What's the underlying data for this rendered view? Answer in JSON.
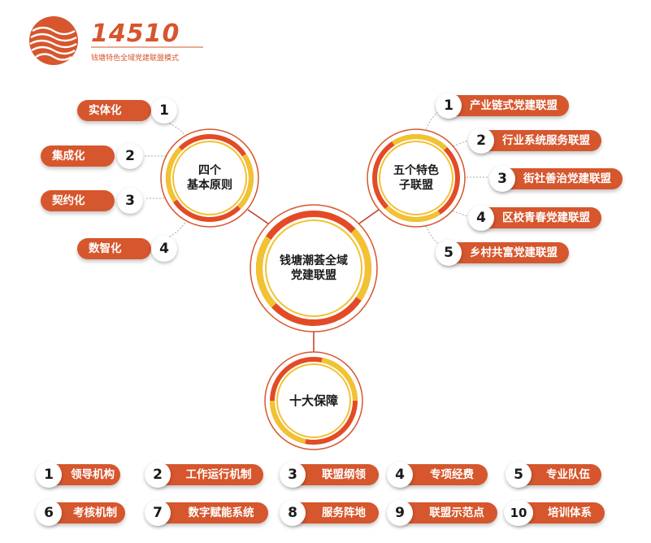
{
  "header": {
    "title": "14510",
    "subtitle": "钱塘特色全域党建联盟模式"
  },
  "center": {
    "label": "钱塘潮荟全域\n党建联盟"
  },
  "principles": {
    "label": "四个\n基本原则",
    "items": [
      {
        "num": "1",
        "label": "实体化"
      },
      {
        "num": "2",
        "label": "集成化"
      },
      {
        "num": "3",
        "label": "契约化"
      },
      {
        "num": "4",
        "label": "数智化"
      }
    ]
  },
  "alliances": {
    "label": "五个特色\n子联盟",
    "items": [
      {
        "num": "1",
        "label": "产业链式党建联盟"
      },
      {
        "num": "2",
        "label": "行业系统服务联盟"
      },
      {
        "num": "3",
        "label": "街社善治党建联盟"
      },
      {
        "num": "4",
        "label": "区校青春党建联盟"
      },
      {
        "num": "5",
        "label": "乡村共富党建联盟"
      }
    ]
  },
  "guarantees": {
    "label": "十大保障",
    "items": [
      {
        "num": "1",
        "label": "领导机构"
      },
      {
        "num": "2",
        "label": "工作运行机制"
      },
      {
        "num": "3",
        "label": "联盟纲领"
      },
      {
        "num": "4",
        "label": "专项经费"
      },
      {
        "num": "5",
        "label": "专业队伍"
      },
      {
        "num": "6",
        "label": "考核机制"
      },
      {
        "num": "7",
        "label": "数字赋能系统"
      },
      {
        "num": "8",
        "label": "服务阵地"
      },
      {
        "num": "9",
        "label": "联盟示范点"
      },
      {
        "num": "10",
        "label": "培训体系"
      }
    ]
  },
  "colors": {
    "accent": "#d6562d",
    "gold": "#f2c230"
  }
}
